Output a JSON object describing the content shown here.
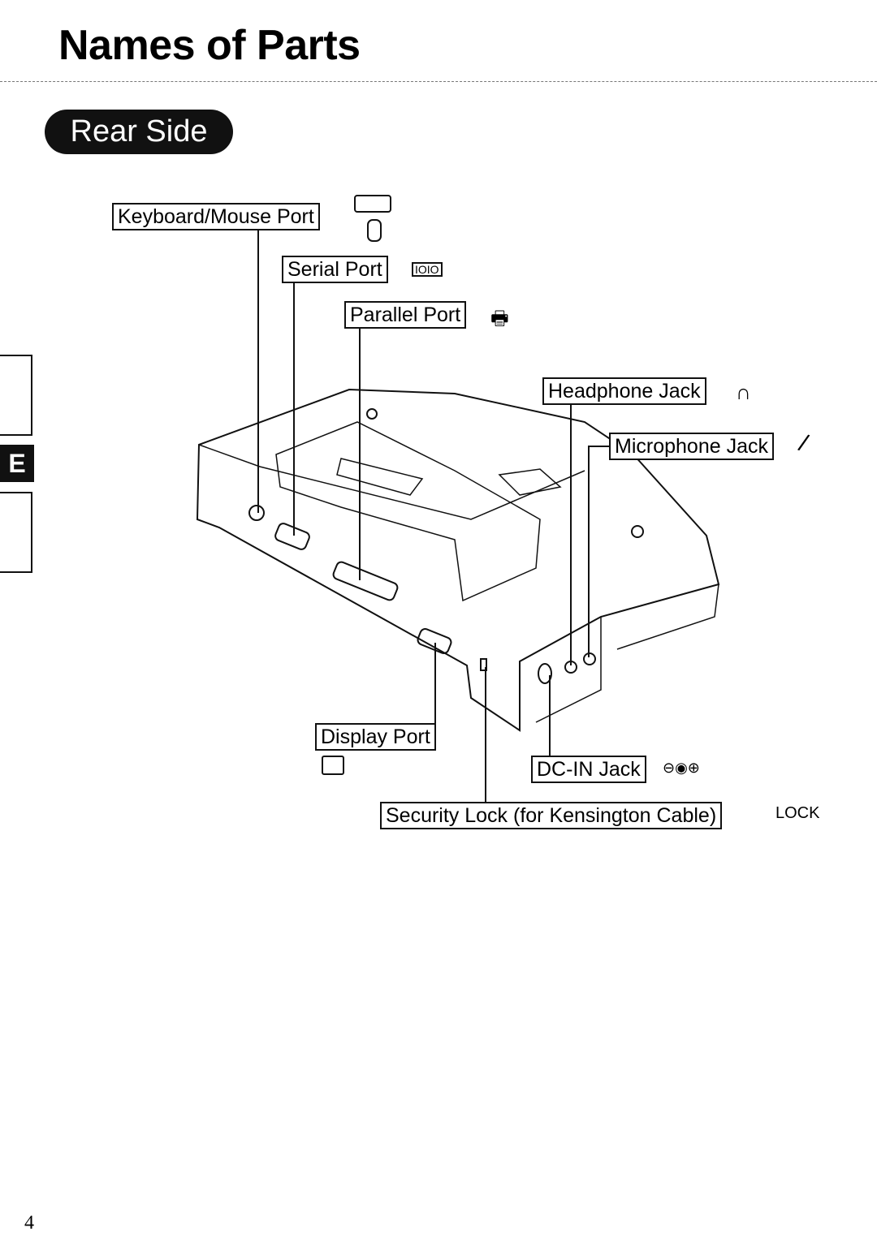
{
  "title": "Names of Parts",
  "section": "Rear Side",
  "side_tab": "E",
  "labels": {
    "keyboard_mouse": "Keyboard/Mouse Port",
    "serial": "Serial Port",
    "parallel": "Parallel Port",
    "headphone": "Headphone Jack",
    "microphone": "Microphone Jack",
    "display": "Display Port",
    "dc_in": "DC-IN Jack",
    "security": "Security Lock (for Kensington Cable)",
    "lock_symbol": "LOCK"
  },
  "page_number": "4"
}
